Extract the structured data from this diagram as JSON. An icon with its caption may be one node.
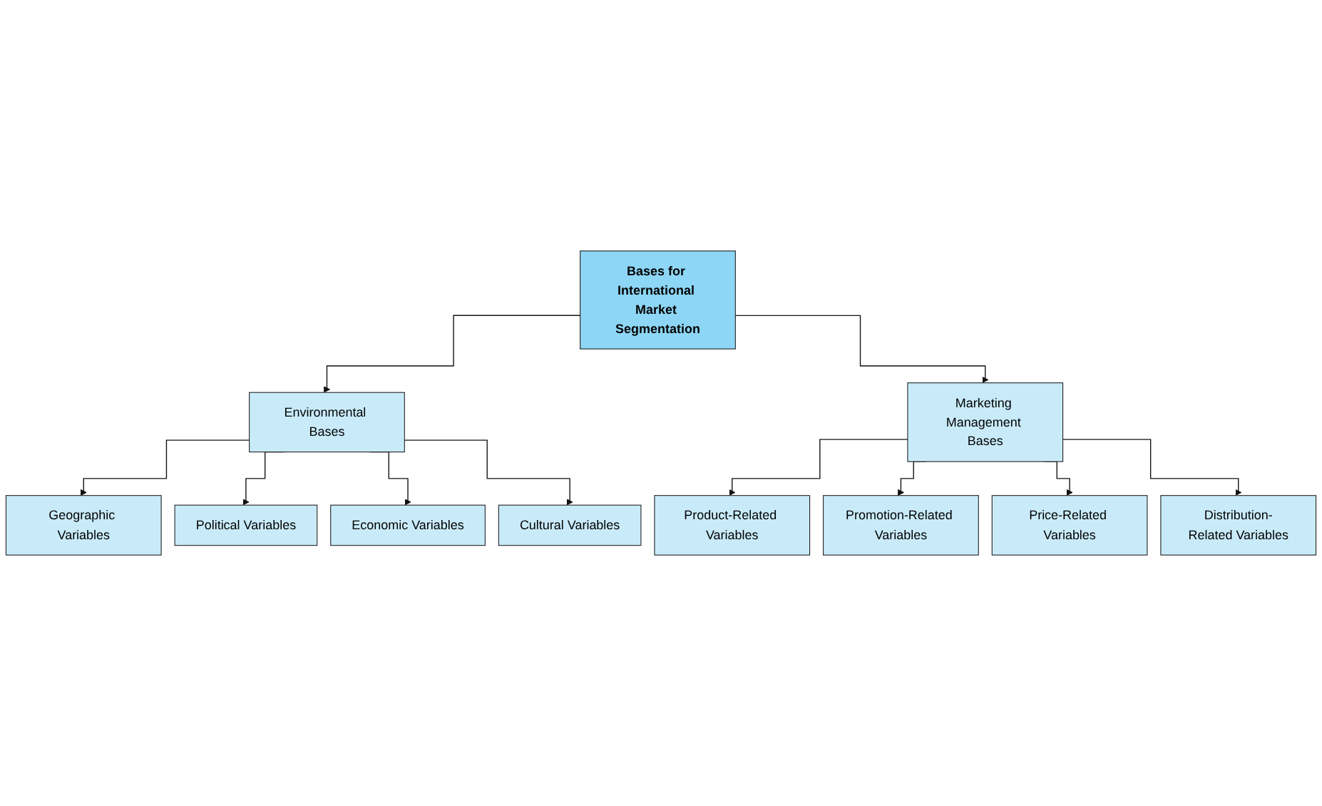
{
  "diagram": {
    "nodes": [
      {
        "text": [
          "Bases for International Market Segmentation"
        ]
      },
      {
        "text": [
          "Environmental Bases"
        ]
      },
      {
        "text": [
          "Marketing Management Bases"
        ]
      },
      {
        "text": [
          "Geographic Variables"
        ]
      },
      {
        "text": [
          "Political Variables"
        ]
      },
      {
        "text": [
          "Economic Variables"
        ]
      },
      {
        "text": [
          "Cultural Variables"
        ]
      },
      {
        "text": [
          "Product-Related Variables"
        ]
      },
      {
        "text": [
          "Promotion-Related Variables"
        ]
      },
      {
        "text": [
          "Price-Related Variables"
        ]
      },
      {
        "text": [
          "Distribution-Related Variables"
        ]
      }
    ],
    "edges": [
      {
        "from": 0,
        "to": 1,
        "arrow": "to"
      },
      {
        "from": 0,
        "to": 2,
        "arrow": "to"
      },
      {
        "from": 1,
        "to": 3,
        "arrow": "to"
      },
      {
        "from": 1,
        "to": 4,
        "arrow": "to"
      },
      {
        "from": 1,
        "to": 5,
        "arrow": "to"
      },
      {
        "from": 1,
        "to": 6,
        "arrow": "to"
      },
      {
        "from": 2,
        "to": 7,
        "arrow": "to"
      },
      {
        "from": 2,
        "to": 8,
        "arrow": "to"
      },
      {
        "from": 2,
        "to": 9,
        "arrow": "to"
      },
      {
        "from": 2,
        "to": 10,
        "arrow": "to"
      }
    ]
  }
}
